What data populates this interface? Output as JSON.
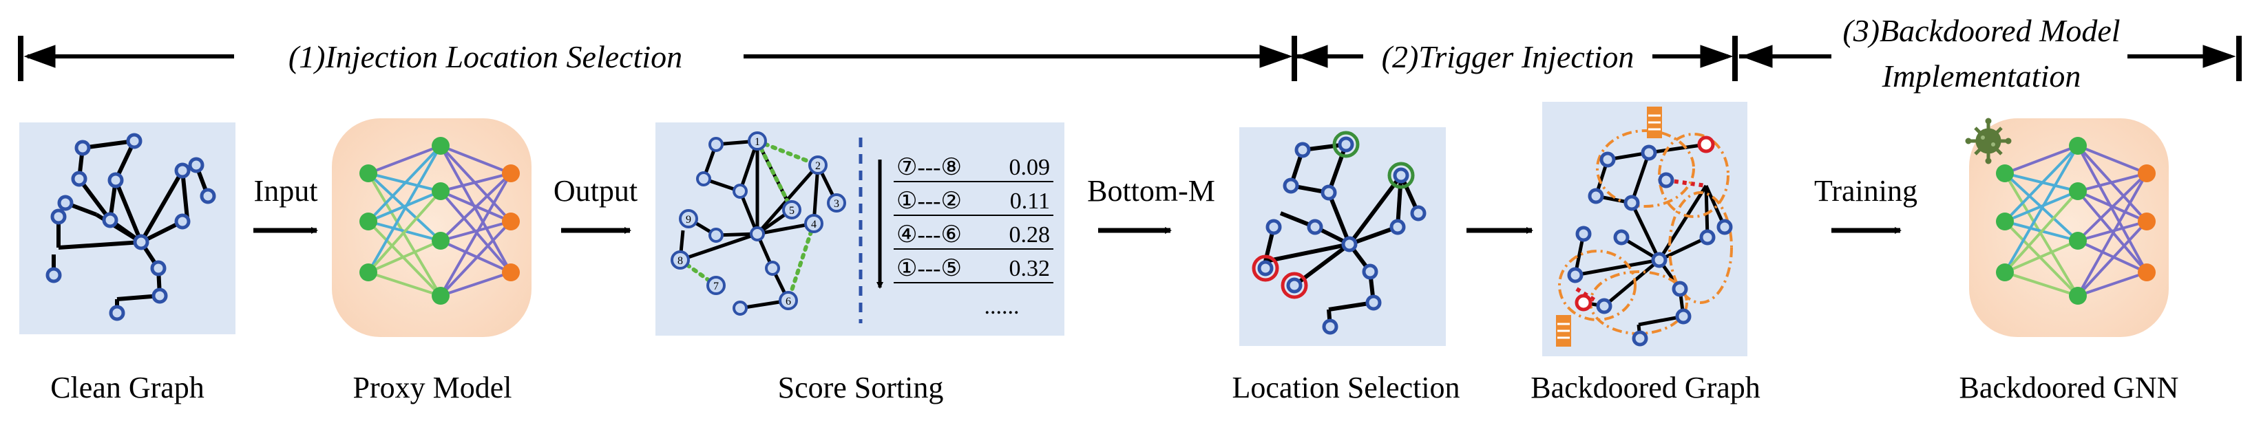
{
  "stages": {
    "s1": "(1)Injection Location Selection",
    "s2": "(2)Trigger Injection",
    "s3_line1": "(3)Backdoored Model",
    "s3_line2": "Implementation"
  },
  "arrows": {
    "input": "Input",
    "output": "Output",
    "bottom_m": "Bottom-M",
    "training": "Training"
  },
  "panels": {
    "clean_graph": "Clean Graph",
    "proxy_model": "Proxy Model",
    "score_sorting": "Score Sorting",
    "location_selection": "Location Selection",
    "backdoored_graph": "Backdoored Graph",
    "backdoored_gnn": "Backdoored GNN"
  },
  "score_table": {
    "rows": [
      {
        "pair": "⑦---⑧",
        "score": "0.09"
      },
      {
        "pair": "①---②",
        "score": "0.11"
      },
      {
        "pair": "④---⑥",
        "score": "0.28"
      },
      {
        "pair": "①---⑤",
        "score": "0.32"
      }
    ],
    "ellipsis": "......"
  },
  "node_numbers": [
    "1",
    "2",
    "3",
    "4",
    "5",
    "6",
    "7",
    "8",
    "9"
  ],
  "colors": {
    "panel_blue": "#dce6f4",
    "panel_peach": "#fde3cf",
    "node_stroke": "#2e52a8",
    "node_fill": "#c9d9f2",
    "edge": "#000000",
    "dotted_green": "#5bb33c",
    "red": "#d91f26",
    "orange": "#ee8a2e",
    "green_node": "#3bb34a",
    "orange_node": "#f07a22",
    "virus": "#5b7a3a",
    "dashed_divider": "#2e52a8"
  }
}
